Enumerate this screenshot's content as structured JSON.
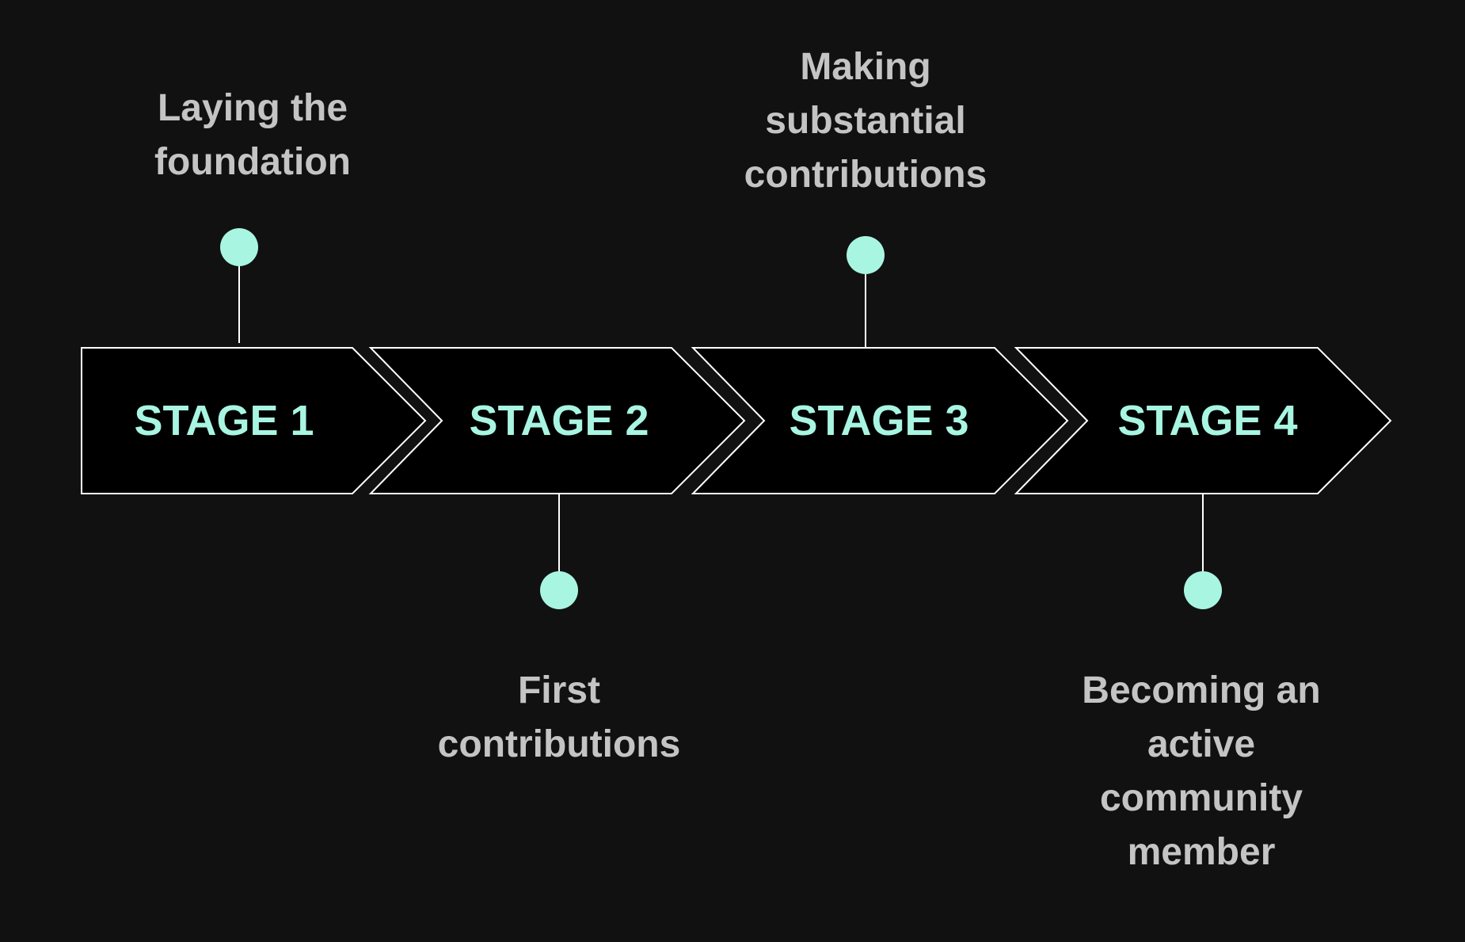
{
  "colors": {
    "background": "#111111",
    "accent": "#a8f5e2",
    "text": "#c4c4c4",
    "shape_fill": "#000000",
    "outline": "#ffffff"
  },
  "stages": [
    {
      "label": "STAGE 1",
      "milestone": {
        "position": "above",
        "lines": [
          "Laying the",
          "foundation"
        ]
      }
    },
    {
      "label": "STAGE 2",
      "milestone": {
        "position": "below",
        "lines": [
          "First",
          "contributions"
        ]
      }
    },
    {
      "label": "STAGE 3",
      "milestone": {
        "position": "above",
        "lines": [
          "Making",
          "substantial",
          "contributions"
        ]
      }
    },
    {
      "label": "STAGE 4",
      "milestone": {
        "position": "below",
        "lines": [
          "Becoming an",
          "active",
          "community",
          "member"
        ]
      }
    }
  ]
}
